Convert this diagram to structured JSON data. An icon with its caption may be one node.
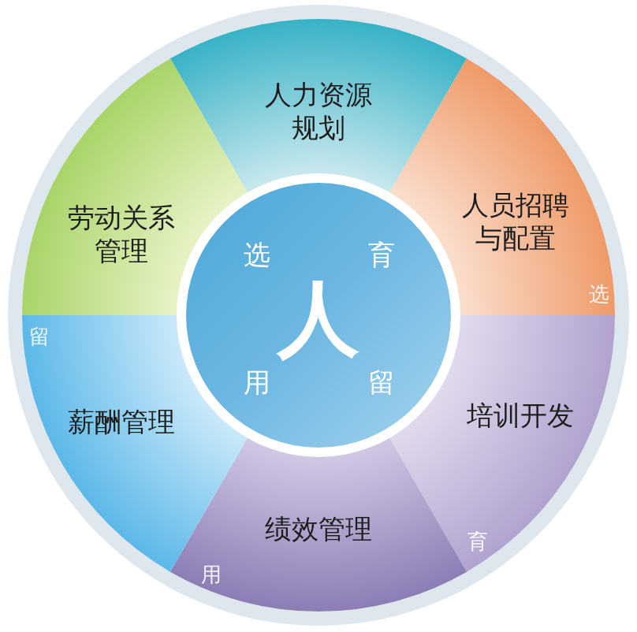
{
  "diagram": {
    "nodes": [
      {
        "text": [
          "人力资源规划"
        ]
      },
      {
        "text": [
          "人员招聘与配置"
        ]
      },
      {
        "text": [
          "培训开发"
        ]
      },
      {
        "text": [
          "绩效管理"
        ]
      },
      {
        "text": [
          "薪酬管理"
        ]
      },
      {
        "text": [
          "劳动关系管理"
        ]
      },
      {
        "text": [
          "选",
          "育",
          "人",
          "用",
          "留"
        ]
      }
    ],
    "labels": [
      "选",
      "留",
      "育",
      "用"
    ]
  }
}
